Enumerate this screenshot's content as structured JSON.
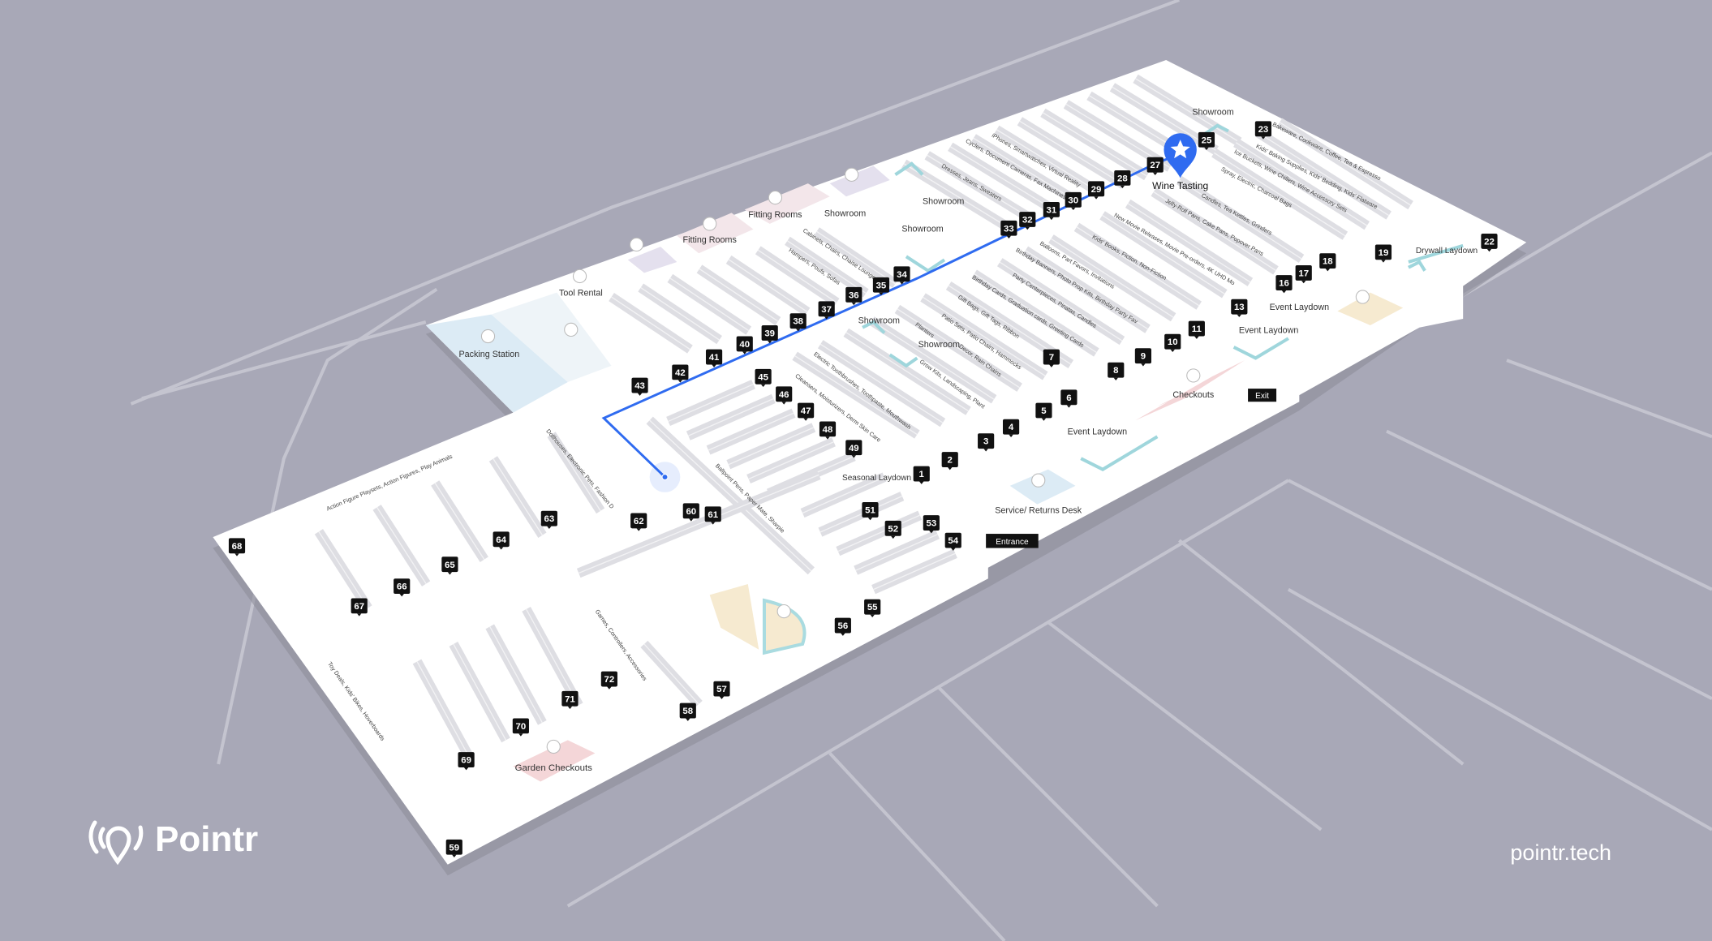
{
  "brand": {
    "logo_text": "Pointr",
    "website": "pointr.tech"
  },
  "colors": {
    "background": "#a8a8b7",
    "floor": "#ffffff",
    "route": "#2f6bf0",
    "pin": "#2f6bf0",
    "marker": "#111111",
    "zone_outline": "#9fd6dc"
  },
  "destination": {
    "label": "Wine Tasting",
    "icon": "star-pin-icon"
  },
  "areas": {
    "packing_station": "Packing Station",
    "tool_rental": "Tool Rental",
    "fitting_rooms_1": "Fitting Rooms",
    "fitting_rooms_2": "Fitting Rooms",
    "showroom": "Showroom",
    "drywall_laydown": "Drywall Laydown",
    "event_laydown": "Event Laydown",
    "checkouts": "Checkouts",
    "exit": "Exit",
    "entrance": "Entrance",
    "seasonal_laydown": "Seasonal Laydown",
    "service_desk": "Service/ Returns Desk",
    "garden_checkouts": "Garden Checkouts"
  },
  "aisle_labels": [
    "Action Figure Playsets, Action Figures, Play Animals",
    "Dollhouses, Electronic Pets, Fashion D",
    "Ballpoint Pens, Paper Mate, Sharpie",
    "Games, Controllers, Accessories",
    "Toy Deals, Kids' Bikes, Hoverboards",
    "Cleansers, Moisturizers, Derm Skin Care",
    "Electric Toothbrushes, Toothpaste, Mouthwash",
    "Grow Kits, Landscaping, Plant",
    "Decor, Rain Chains",
    "Planters",
    "Patio Sets, Patio Chairs, Hammocks",
    "Gift Bags, Gift Tags, Ribbon",
    "Birthday Cards, Graduation cards, Greeting Cards",
    "Party Centerpieces, Pinatas, Candles",
    "Birthday Banners, Photo Prop Kits, Birthday Party Fav",
    "Balloons, Part Favors, Invitations",
    "Kids' Books, Fiction, Non-Fiction",
    "New Movie Releases, Movie Pre-orders, 4K UHD Mo",
    "Jelly-Roll Pans, Cake Pans, Popover Pans",
    "Candles, Tea Kettles, Grinders",
    "Spray, Electric, Charcoal Bags",
    "Ice Buckets, Wine Chillers, Wine Accessory Sets",
    "Kids' Baking Supplies, Kids' Bedding, Kids' Flatware",
    "Bakeware, Cookware, Coffee, Tea & Espresso",
    "Cyclers, Document Cameras, Fax Machines",
    "iPhones, Smartwatches, Virtual Reality",
    "Dresses, Jeans, Sweaters",
    "Cabinets, Chairs, Chaise Lounge",
    "Hampers, Poufs, Sofas"
  ],
  "aisle_markers": [
    "1",
    "2",
    "3",
    "4",
    "5",
    "6",
    "7",
    "8",
    "9",
    "10",
    "11",
    "13",
    "16",
    "17",
    "18",
    "19",
    "22",
    "23",
    "25",
    "27",
    "28",
    "29",
    "30",
    "31",
    "32",
    "33",
    "34",
    "35",
    "36",
    "37",
    "38",
    "39",
    "40",
    "41",
    "42",
    "43",
    "45",
    "46",
    "47",
    "48",
    "49",
    "51",
    "52",
    "53",
    "54",
    "55",
    "56",
    "57",
    "58",
    "59",
    "60",
    "61",
    "62",
    "63",
    "64",
    "65",
    "66",
    "67",
    "68",
    "69",
    "70",
    "71",
    "72"
  ]
}
